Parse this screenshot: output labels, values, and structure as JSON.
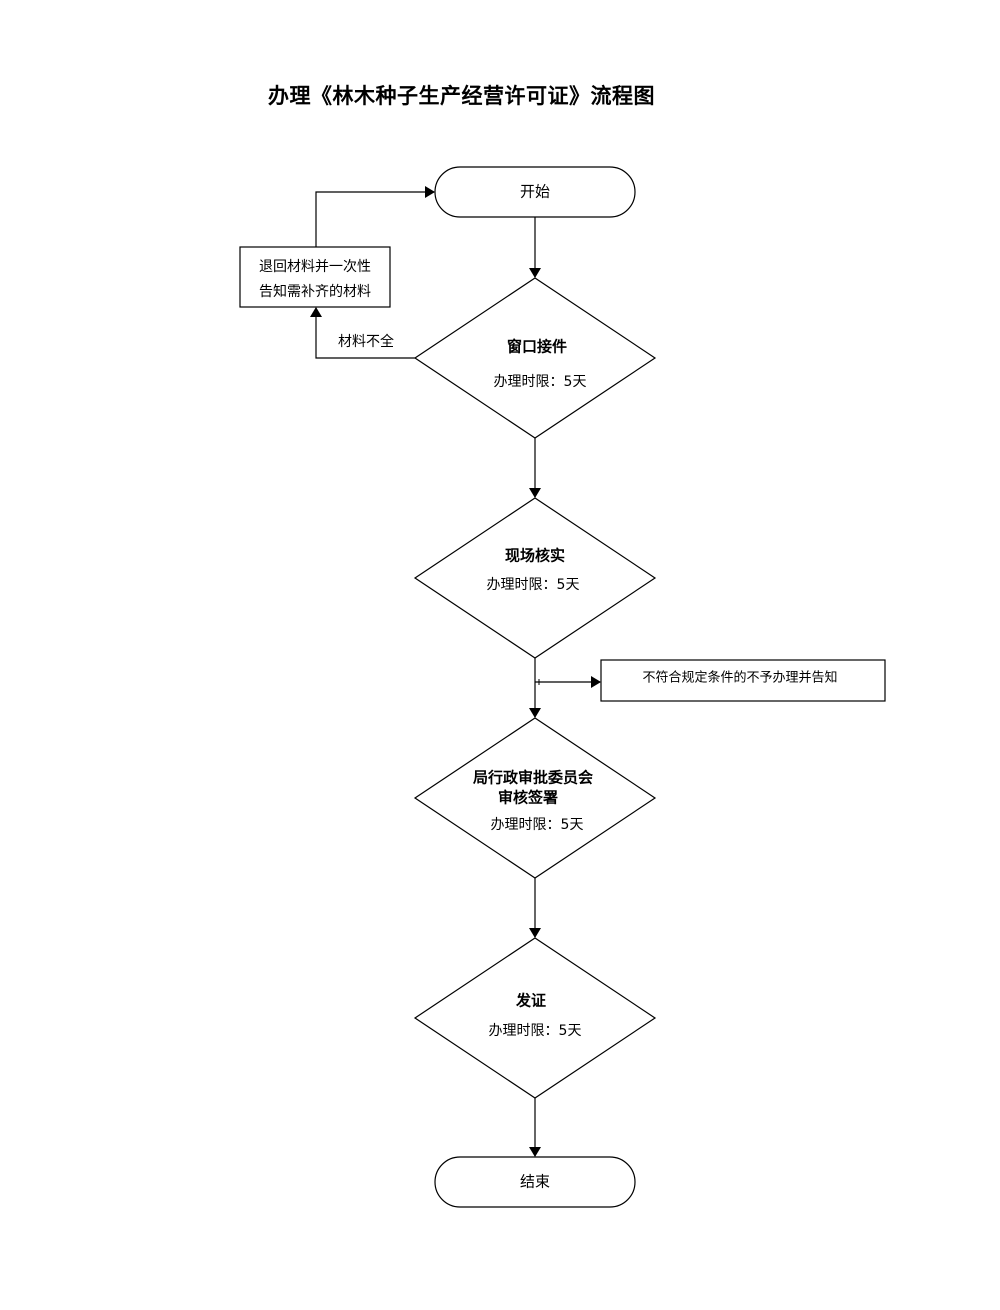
{
  "title": "办理《林木种子生产经营许可证》流程图",
  "nodes": {
    "start": "开始",
    "reception": {
      "name": "窗口接件",
      "time": "办理时限：5天"
    },
    "inspection": {
      "name": "现场核实",
      "time": "办理时限：5天"
    },
    "committee": {
      "name_line1": "局行政审批委员会",
      "name_line2": "审核签署",
      "time": "办理时限：5天"
    },
    "issue": {
      "name": "发证",
      "time": "办理时限：5天"
    },
    "end": "结束"
  },
  "side_boxes": {
    "return_line1": "退回材料并一次性",
    "return_line2": "告知需补齐的材料",
    "reject": "不符合规定条件的不予办理并告知"
  },
  "edge_labels": {
    "incomplete": "材料不全"
  }
}
